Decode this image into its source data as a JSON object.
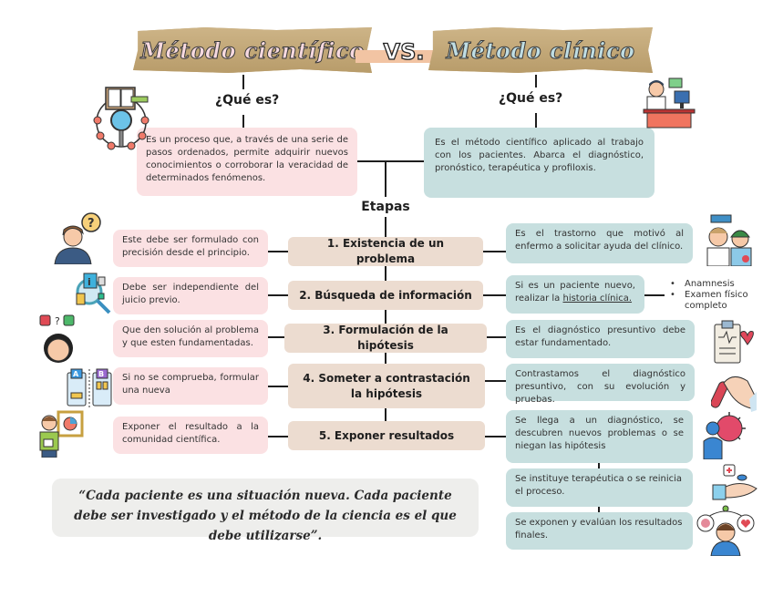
{
  "header": {
    "left_title": "Método científico",
    "vs_label": "VS.",
    "right_title": "Método clínico"
  },
  "cientifico": {
    "que_es_label": "¿Qué es?",
    "definition": "Es un proceso que, a través de una serie de pasos ordenados, permite adquirir nuevos conocimientos o corroborar la veracidad de determinados fenómenos.",
    "icon": "research-book-magnifier-icon"
  },
  "clinico": {
    "que_es_label": "¿Qué es?",
    "definition": "Es el método científico aplicado al trabajo con los pacientes. Abarca el diagnóstico, pronóstico, terapéutica y profiloxis.",
    "icon": "doctor-at-desk-icon"
  },
  "etapas_label": "Etapas",
  "stages": [
    {
      "title": "1. Existencia de un problema",
      "cientifico": "Este debe ser formulado con precisión desde el principio.",
      "clinico": "Es el trastorno que motivó al enfermo a solicitar ayuda del clínico.",
      "left_icon": "confused-person-question-icon",
      "right_icon": "doctor-and-patient-icon"
    },
    {
      "title": "2. Búsqueda de información",
      "cientifico": "Debe ser independiente del juicio previo.",
      "clinico_prefix": "Si es un paciente nuevo, realizar la ",
      "clinico_link": "historia clínica.",
      "left_icon": "information-search-icon",
      "right_list": [
        "Anamnesis",
        "Examen físico",
        "completo"
      ]
    },
    {
      "title": "3. Formulación de la hipótesis",
      "cientifico": "Que den solución al problema y que esten fundamentadas.",
      "clinico": "Es el diagnóstico presuntivo debe estar fundamentado.",
      "left_icon": "thinking-person-choice-icon",
      "right_icon": "medical-clipboard-heart-icon"
    },
    {
      "title": "4. Someter a contrastación la hipótesis",
      "cientifico": "Si no se comprueba, formular una nueva",
      "clinico": "Contrastamos el diagnóstico presuntivo, con su evolución y pruebas.",
      "left_icon": "ab-test-clipboards-icon",
      "right_icon": "blood-test-tube-hand-icon"
    },
    {
      "title": "5. Exponer resultados",
      "cientifico": "Exponer el resultado a la comunidad científica.",
      "clinico": "Se llega a un diagnóstico, se descubren nuevos problemas o se niegan las hipótesis",
      "left_icon": "presenter-chart-board-icon",
      "right_icon": "person-virus-icon"
    }
  ],
  "clinico_extra": [
    {
      "text": "Se instituye terapéutica o se reinicia el proceso.",
      "icon": "hand-medicine-icon"
    },
    {
      "text": "Se exponen y evalúan los resultados finales.",
      "icon": "person-thoughts-icon"
    }
  ],
  "quote": "“Cada paciente es una situación nueva. Cada paciente debe ser investigado y el método de la ciencia es el que debe utilizarse”."
}
